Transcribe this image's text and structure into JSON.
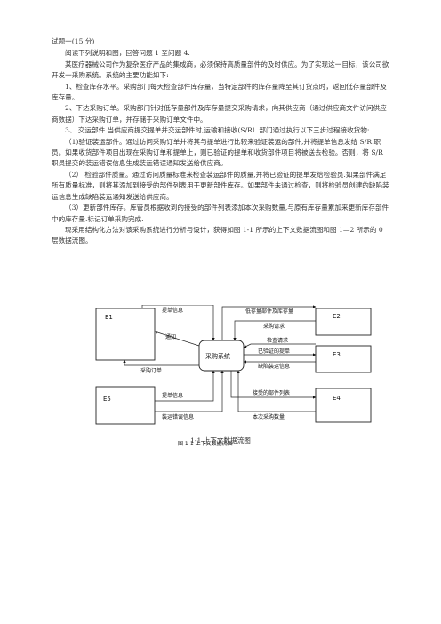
{
  "question": {
    "title": "试题一(15 分)",
    "instruction": "阅读下列说明和图，回答问题 1 至问题 4.",
    "intro": "某医疗器械公司作为复杂医疗产品的集成商，必须保持高质量部件的及时供应。为了实现这一目标，该公司欲开发一采购系统。系统的主要功能如下:",
    "items": [
      "1、检查库存水平。采购部门每天检查部件库存量，当特定部件的库存量降至其订货点时，返回低存量部件及库存量。",
      "2、下达采购订单。采购部门针对低存量部件及库存量提交采购请求，向其供应商（通过供应商文件访问供应商数据）下达采购订单，并存储于采购订单文件中。",
      "3、 交运部件.当供应商提交提单并交运部件时,运输和接收(S/R）部门通过执行以下三步过程接收货物:",
      "（1)验证装运部件。通过访问采购订单并将其与提单进行比较来验证装运的部件,并将提单信息发给 S/R 职员。如果收货部件项目出现在采购订单和提单上，则已验证的提单和收货部件项目将被送去检验。否则，将 S/R 职员提交的装运错误信息生成装运错误通知发送给供应商。",
      "（2） 检验部件质量。通过访问质量标准来检查装运部件的质量,并将已验证的提单发给检验员.如果部件满足所有质量标准，则将其添加到接受的部件列表用于更新部件库存。如果部件未通过检查，则将检验员创建的缺陷装运信息生成缺陷装运通知发送给供应商。",
      "（3）更新部件库存。库管员根据收到的接受的部件列表添加本次采购数量,与原有库存量累加来更新库存部件中的库存量.标记订单采购完成.",
      "现采用结构化方法对该采购系统进行分析与设计，获得如图 1-1 所示的上下文数据流图和图 1—2 所示的 0 层数据流图。"
    ]
  },
  "diagram": {
    "center": "采购系统",
    "entities": [
      "E1",
      "E2",
      "E3",
      "E4",
      "E5"
    ],
    "flows": [
      "提单信息",
      "低存量部件及库存量",
      "采购请求",
      "通知",
      "检查请求",
      "已验证的提单",
      "缺陷装运信息",
      "采购订单",
      "提单信息",
      "装运错误信息",
      "接受的部件列表",
      "本次采购数量"
    ],
    "caption": "图 1-1  上下文数据流图"
  },
  "caption_below": "1-1 上下文数据流图"
}
